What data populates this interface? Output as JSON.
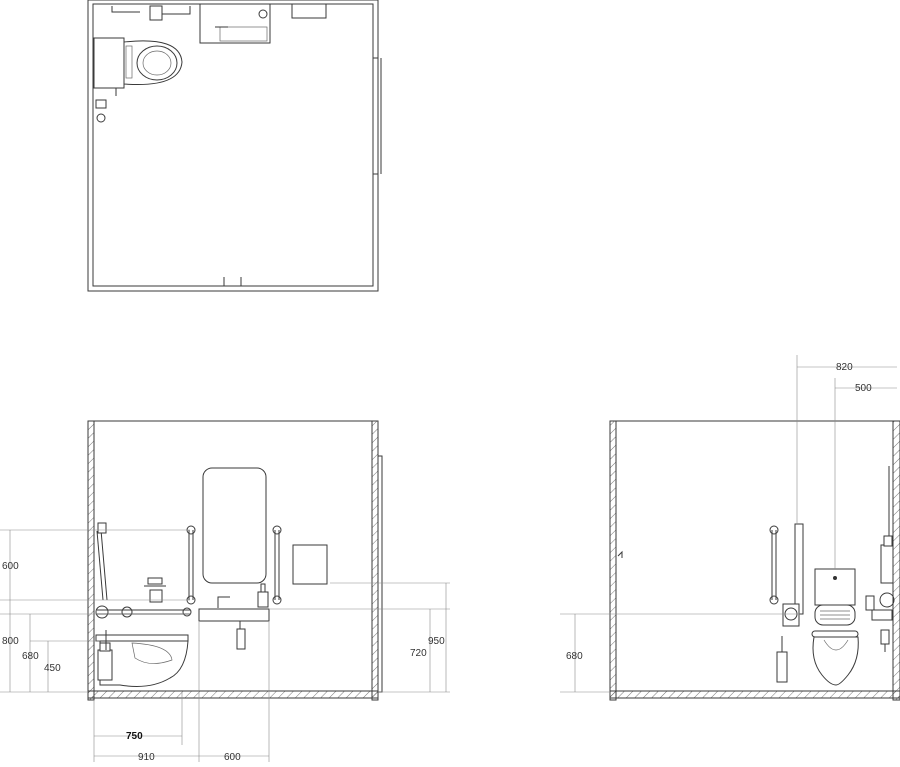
{
  "drawing": {
    "colors": {
      "line": "#3a3a3a",
      "dimension": "#8a8a8a",
      "background": "#ffffff"
    },
    "elevation_front": {
      "dimensions": {
        "grab_rail_span": "600",
        "rail_height": "800",
        "seat_height_a": "680",
        "seat_height_b": "450",
        "basin_rim": "950",
        "basin_height": "720",
        "pan_projection": "750",
        "pan_to_basin": "910",
        "basin_width": "600"
      }
    },
    "elevation_side": {
      "dimensions": {
        "rail_offset": "820",
        "pan_offset": "500",
        "seat_height": "680"
      }
    }
  }
}
